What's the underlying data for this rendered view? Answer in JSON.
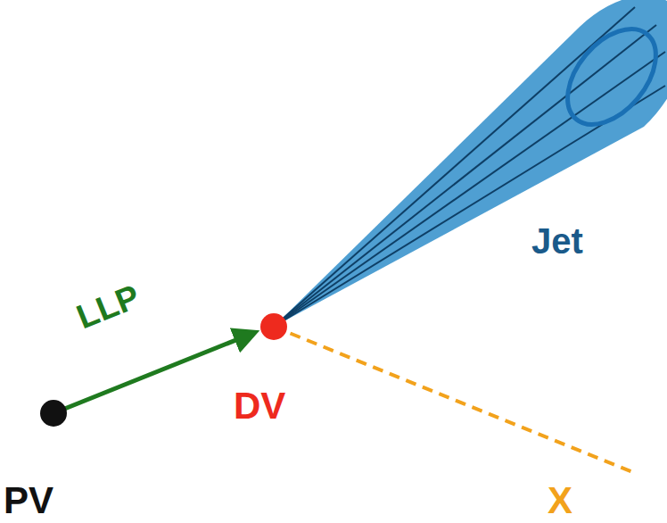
{
  "diagram": {
    "labels": [
      "Jet",
      "LLP",
      "DV",
      "PV",
      "X"
    ]
  }
}
